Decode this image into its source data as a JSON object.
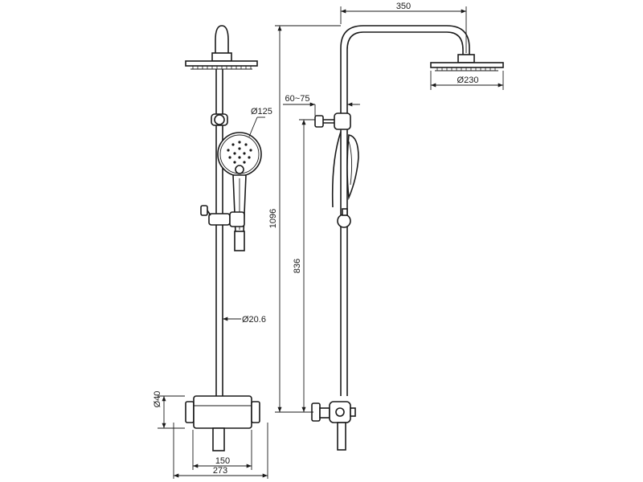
{
  "dimensions": {
    "arm_reach": "350",
    "overhead_diameter": "Ø230",
    "wall_offset": "60~75",
    "hand_shower_diameter": "Ø125",
    "total_height": "1096",
    "valve_height": "836",
    "pipe_diameter": "Ø20.6",
    "valve_body_diameter": "Ø40",
    "inlet_centres": "150",
    "valve_width": "273"
  },
  "colors": {
    "line": "#1a1a1a",
    "background": "#ffffff"
  }
}
